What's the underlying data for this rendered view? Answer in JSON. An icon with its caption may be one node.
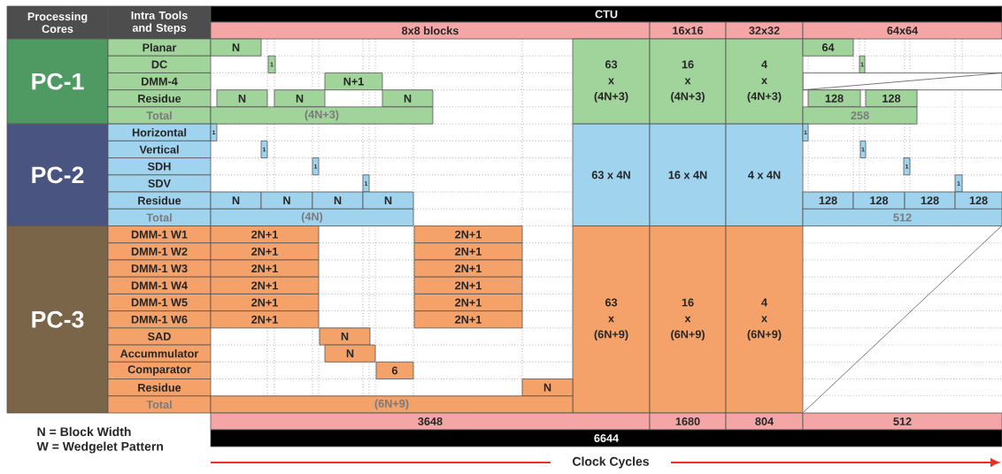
{
  "diagram": {
    "nodes": [
      {
        "text": [
          "Processing Cores"
        ]
      },
      {
        "text": [
          "Intra Tools and Steps"
        ]
      },
      {
        "text": [
          "CTU"
        ]
      },
      {
        "text": [
          "8x8 blocks"
        ]
      },
      {
        "text": [
          "16x16"
        ]
      },
      {
        "text": [
          "32x32"
        ]
      },
      {
        "text": [
          "64x64"
        ]
      },
      {
        "text": [
          "PC-1"
        ]
      },
      {
        "text": [
          "Planar"
        ]
      },
      {
        "text": [
          "N"
        ]
      },
      {
        "text": [
          "63 x (4N+3)"
        ]
      },
      {
        "text": [
          "16 x (4N+3)"
        ]
      },
      {
        "text": [
          "4 x (4N+3)"
        ]
      },
      {
        "text": [
          "64"
        ]
      },
      {
        "text": [
          "DC"
        ]
      },
      {
        "text": [
          "1"
        ]
      },
      {
        "text": [
          "1"
        ]
      },
      {
        "text": [
          "DMM-4"
        ]
      },
      {
        "text": [
          "N+1"
        ]
      },
      {
        "text": [
          "Residue"
        ]
      },
      {
        "text": [
          "N"
        ]
      },
      {
        "text": [
          "N"
        ]
      },
      {
        "text": [
          "N"
        ]
      },
      {
        "text": [
          "128"
        ]
      },
      {
        "text": [
          "128"
        ]
      },
      {
        "text": [
          "Total"
        ]
      },
      {
        "text": [
          "(4N+3)"
        ]
      },
      {
        "text": [
          "258"
        ]
      },
      {
        "text": [
          "PC-2"
        ]
      },
      {
        "text": [
          "Horizontal"
        ]
      },
      {
        "text": [
          "1"
        ]
      },
      {
        "text": [
          "63 x 4N"
        ]
      },
      {
        "text": [
          "16 x 4N"
        ]
      },
      {
        "text": [
          "4 x 4N"
        ]
      },
      {
        "text": [
          "1"
        ]
      },
      {
        "text": [
          "Vertical"
        ]
      },
      {
        "text": [
          "1"
        ]
      },
      {
        "text": [
          "1"
        ]
      },
      {
        "text": [
          "SDH"
        ]
      },
      {
        "text": [
          "1"
        ]
      },
      {
        "text": [
          "1"
        ]
      },
      {
        "text": [
          "SDV"
        ]
      },
      {
        "text": [
          "1"
        ]
      },
      {
        "text": [
          "1"
        ]
      },
      {
        "text": [
          "Residue"
        ]
      },
      {
        "text": [
          "N"
        ]
      },
      {
        "text": [
          "N"
        ]
      },
      {
        "text": [
          "N"
        ]
      },
      {
        "text": [
          "N"
        ]
      },
      {
        "text": [
          "128"
        ]
      },
      {
        "text": [
          "128"
        ]
      },
      {
        "text": [
          "128"
        ]
      },
      {
        "text": [
          "128"
        ]
      },
      {
        "text": [
          "Total"
        ]
      },
      {
        "text": [
          "(4N)"
        ]
      },
      {
        "text": [
          "512"
        ]
      },
      {
        "text": [
          "PC-3"
        ]
      },
      {
        "text": [
          "DMM-1 W1"
        ]
      },
      {
        "text": [
          "2N+1"
        ]
      },
      {
        "text": [
          "2N+1"
        ]
      },
      {
        "text": [
          "63 x (6N+9)"
        ]
      },
      {
        "text": [
          "16 x (6N+9)"
        ]
      },
      {
        "text": [
          "4 x (6N+9)"
        ]
      },
      {
        "text": [
          "DMM-1 W2"
        ]
      },
      {
        "text": [
          "2N+1"
        ]
      },
      {
        "text": [
          "2N+1"
        ]
      },
      {
        "text": [
          "DMM-1 W3"
        ]
      },
      {
        "text": [
          "2N+1"
        ]
      },
      {
        "text": [
          "2N+1"
        ]
      },
      {
        "text": [
          "DMM-1 W4"
        ]
      },
      {
        "text": [
          "2N+1"
        ]
      },
      {
        "text": [
          "2N+1"
        ]
      },
      {
        "text": [
          "DMM-1 W5"
        ]
      },
      {
        "text": [
          "2N+1"
        ]
      },
      {
        "text": [
          "2N+1"
        ]
      },
      {
        "text": [
          "DMM-1 W6"
        ]
      },
      {
        "text": [
          "2N+1"
        ]
      },
      {
        "text": [
          "2N+1"
        ]
      },
      {
        "text": [
          "SAD"
        ]
      },
      {
        "text": [
          "N"
        ]
      },
      {
        "text": [
          "Accummulator"
        ]
      },
      {
        "text": [
          "N"
        ]
      },
      {
        "text": [
          "Comparator"
        ]
      },
      {
        "text": [
          "6"
        ]
      },
      {
        "text": [
          "Residue"
        ]
      },
      {
        "text": [
          "N"
        ]
      },
      {
        "text": [
          "Total"
        ]
      },
      {
        "text": [
          "(6N+9)"
        ]
      },
      {
        "text": [
          "3648"
        ]
      },
      {
        "text": [
          "1680"
        ]
      },
      {
        "text": [
          "804"
        ]
      },
      {
        "text": [
          "512"
        ]
      },
      {
        "text": [
          "6644"
        ]
      }
    ],
    "labels": [
      "N = Block Width",
      "W = Wedgelet Pattern",
      "Clock Cycles"
    ]
  }
}
